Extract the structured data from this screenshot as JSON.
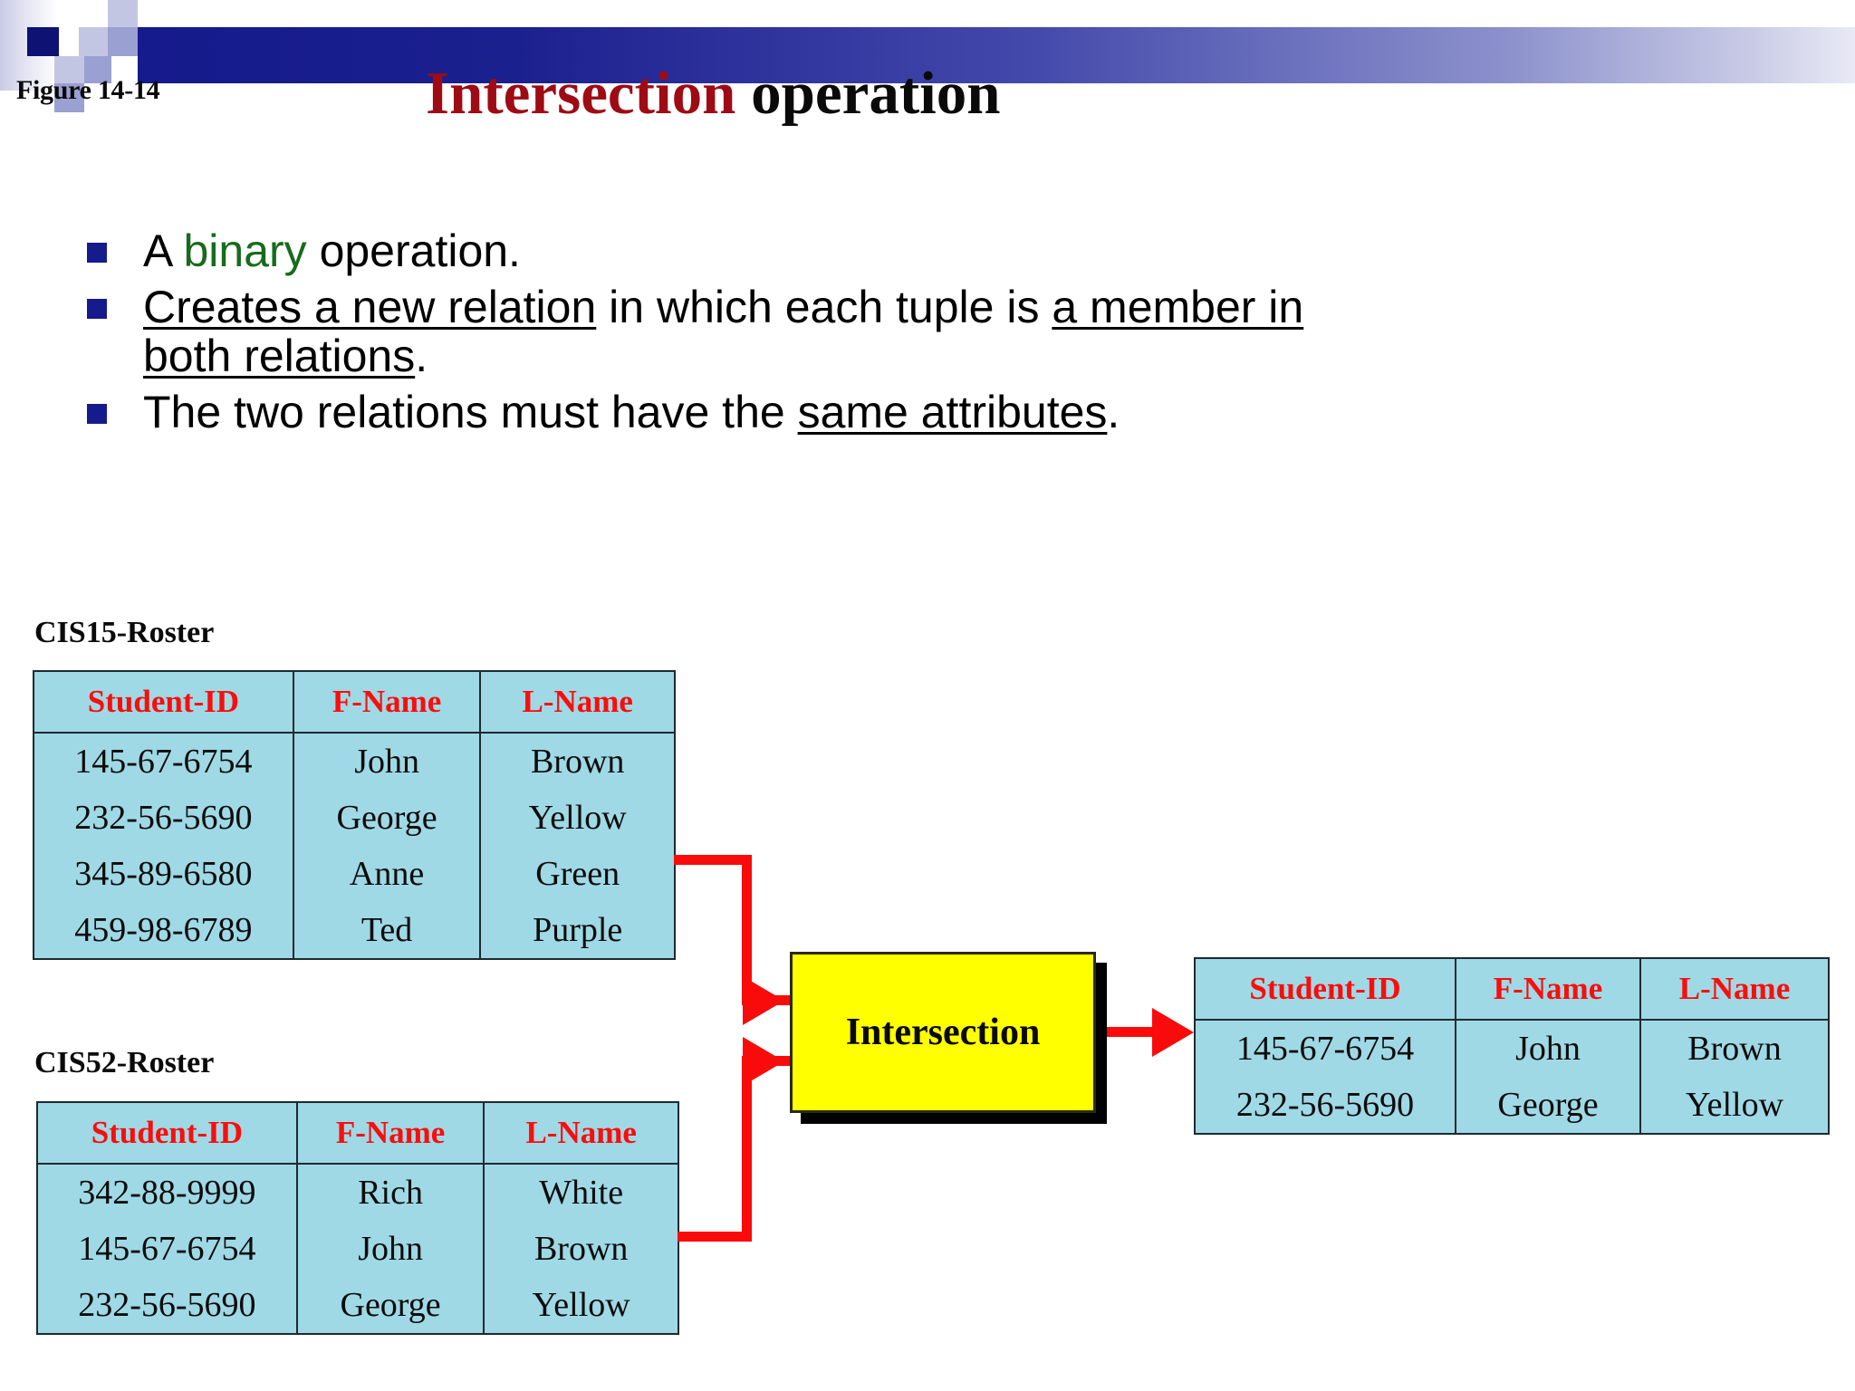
{
  "figure": {
    "label": "Figure 14-14"
  },
  "title": {
    "highlight": "Intersection",
    "rest": " operation"
  },
  "bullets": [
    {
      "id": "bullet-binary",
      "pre": "A ",
      "emph": "binary",
      "post": " operation."
    },
    {
      "id": "bullet-creates",
      "seg1": "Creates a new relation",
      "seg2": " in which each tuple is ",
      "seg3": "a member in both relations",
      "seg4": "."
    },
    {
      "id": "bullet-attributes",
      "seg1": "The two relations must have the ",
      "seg2": "same attributes",
      "seg3": "."
    }
  ],
  "tables": {
    "source_a": {
      "caption": "CIS15-Roster",
      "columns": [
        "Student-ID",
        "F-Name",
        "L-Name"
      ],
      "rows": [
        [
          "145-67-6754",
          "John",
          "Brown"
        ],
        [
          "232-56-5690",
          "George",
          "Yellow"
        ],
        [
          "345-89-6580",
          "Anne",
          "Green"
        ],
        [
          "459-98-6789",
          "Ted",
          "Purple"
        ]
      ]
    },
    "source_b": {
      "caption": "CIS52-Roster",
      "columns": [
        "Student-ID",
        "F-Name",
        "L-Name"
      ],
      "rows": [
        [
          "342-88-9999",
          "Rich",
          "White"
        ],
        [
          "145-67-6754",
          "John",
          "Brown"
        ],
        [
          "232-56-5690",
          "George",
          "Yellow"
        ]
      ]
    },
    "result": {
      "caption": "",
      "columns": [
        "Student-ID",
        "F-Name",
        "L-Name"
      ],
      "rows": [
        [
          "145-67-6754",
          "John",
          "Brown"
        ],
        [
          "232-56-5690",
          "George",
          "Yellow"
        ]
      ]
    }
  },
  "operation": {
    "label": "Intersection"
  },
  "colors": {
    "title_red": "#9e0b14",
    "header_red": "#fb0d0d",
    "table_fill": "#9fd9e5",
    "bullet_navy": "#151a8c",
    "emphasis_green": "#176b1d",
    "connector_red": "#fa0b0b",
    "op_box_yellow": "#ffff00",
    "band_navy": "#151a8c"
  }
}
